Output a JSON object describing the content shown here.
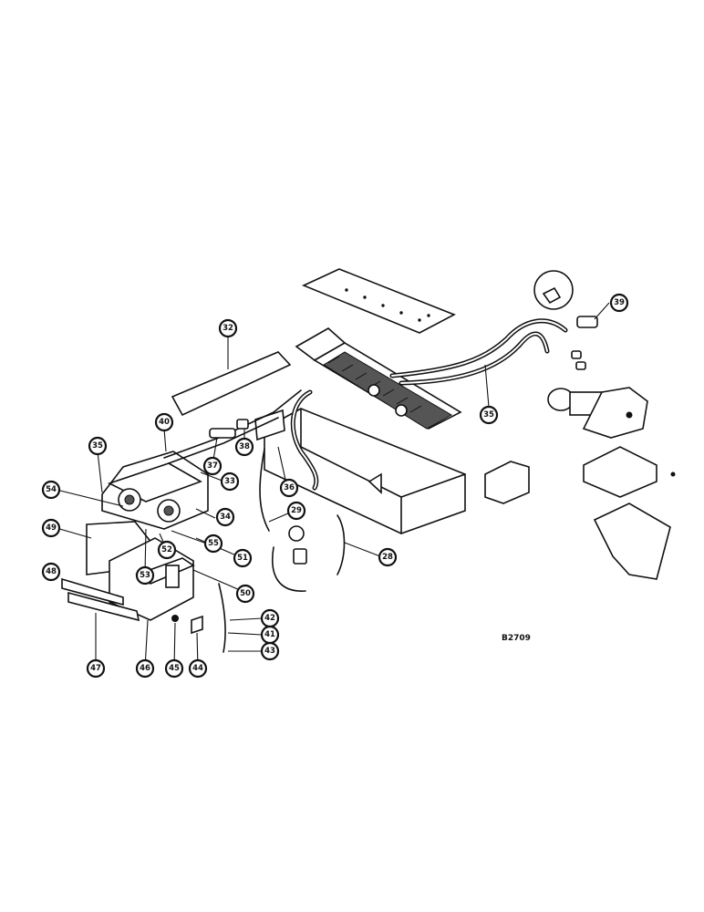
{
  "figure_id": "B2709",
  "callouts": [
    "32",
    "40",
    "35",
    "37",
    "33",
    "38",
    "36",
    "34",
    "54",
    "49",
    "53",
    "52",
    "55",
    "51",
    "50",
    "48",
    "47",
    "46",
    "45",
    "44",
    "43",
    "41",
    "42",
    "29",
    "28",
    "35",
    "39"
  ]
}
